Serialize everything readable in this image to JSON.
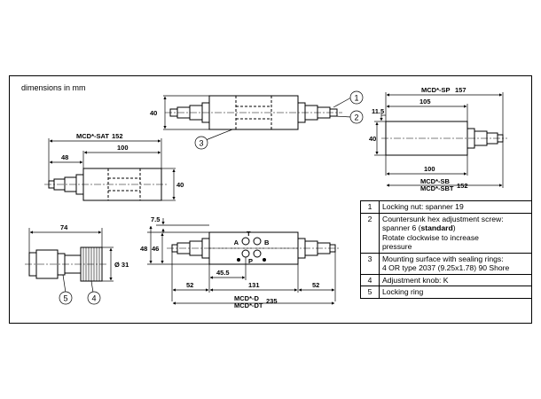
{
  "header": {
    "units_note": "dimensions in mm"
  },
  "views": {
    "top_valve": {
      "height": "40"
    },
    "sp_view": {
      "title": "MCD*-SP",
      "overall": "157",
      "body_len": "105",
      "offset": "11.5",
      "height": "40",
      "bottom_len": "100",
      "bottom_title_1": "MCD*-SB",
      "bottom_title_2": "MCD*-SBT",
      "bottom_overall": "152"
    },
    "sat_view": {
      "title": "MCD*-SAT",
      "overall": "152",
      "body_len": "100",
      "nut_len": "48",
      "height": "40"
    },
    "knob_view": {
      "length": "74",
      "diameter": "Ø 31"
    },
    "main_view": {
      "top_offset": "7.5",
      "height_outer": "48",
      "height_inner": "46",
      "port_a": "A",
      "port_b": "B",
      "port_t": "T",
      "port_p": "P",
      "port_dist": "45.5",
      "left_len": "52",
      "center_len": "131",
      "right_len": "52",
      "title_1": "MCD*-D",
      "title_2": "MCD*-DT",
      "overall": "235"
    }
  },
  "balloons": [
    "1",
    "2",
    "3",
    "4",
    "5"
  ],
  "legend": [
    {
      "num": "1",
      "lines": [
        "Locking nut: spanner 19"
      ]
    },
    {
      "num": "2",
      "lines": [
        "Countersunk hex adjustment screw:",
        "spanner 6 (",
        "standard",
        ")",
        "Rotate clockwise to increase",
        "pressure"
      ]
    },
    {
      "num": "3",
      "lines": [
        "Mounting surface with sealing rings:",
        "4 OR type 2037 (9.25x1.78) 90 Shore"
      ]
    },
    {
      "num": "4",
      "lines": [
        "Adjustment knob: K"
      ]
    },
    {
      "num": "5",
      "lines": [
        "Locking ring"
      ]
    }
  ]
}
